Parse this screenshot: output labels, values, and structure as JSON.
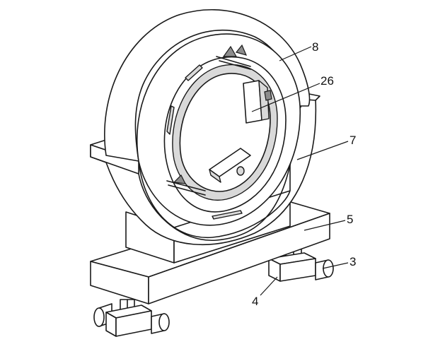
{
  "labels": {
    "l8": "8",
    "l26": "26",
    "l7": "7",
    "l5": "5",
    "l3": "3",
    "l4": "4"
  }
}
